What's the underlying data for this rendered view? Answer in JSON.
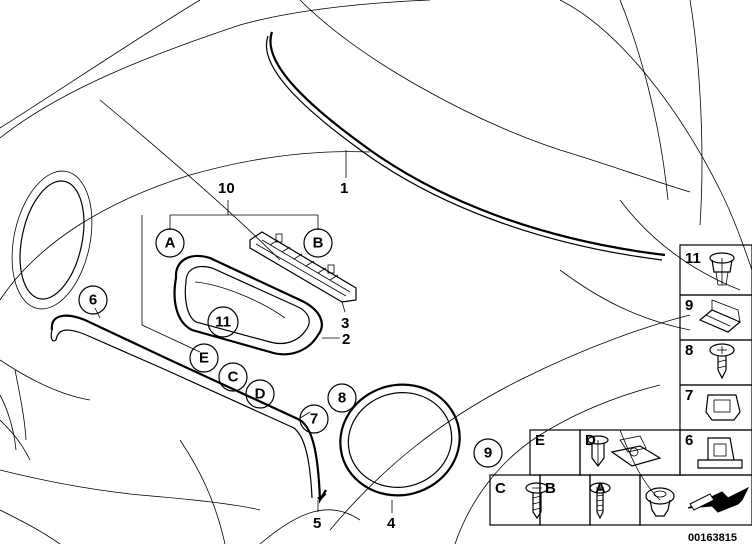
{
  "part_labels": {
    "p1": "1",
    "p2": "2",
    "p3": "3",
    "p4": "4",
    "p5": "5",
    "p10": "10"
  },
  "circle_labels": {
    "A": "A",
    "B": "B",
    "C": "C",
    "D": "D",
    "E": "E",
    "n6": "6",
    "n7": "7",
    "n8": "8",
    "n9": "9",
    "n11": "11"
  },
  "legend": {
    "cells": [
      {
        "label": "11"
      },
      {
        "label": "9"
      },
      {
        "label": "8"
      },
      {
        "label": "7"
      },
      {
        "label": "6"
      },
      {
        "label": "E"
      },
      {
        "label": "D"
      },
      {
        "label": "C"
      },
      {
        "label": "B"
      },
      {
        "label": "A"
      }
    ]
  },
  "diagram_number": "00163815"
}
